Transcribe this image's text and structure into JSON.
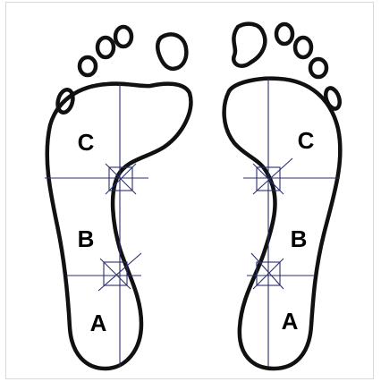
{
  "diagram": {
    "background": "#ffffff",
    "outline_color": "#111111",
    "guide_color": "#2b2f6e",
    "left_foot": {
      "zones": {
        "top": "C",
        "middle": "B",
        "bottom": "A"
      }
    },
    "right_foot": {
      "zones": {
        "top": "C",
        "middle": "B",
        "bottom": "A"
      }
    }
  }
}
